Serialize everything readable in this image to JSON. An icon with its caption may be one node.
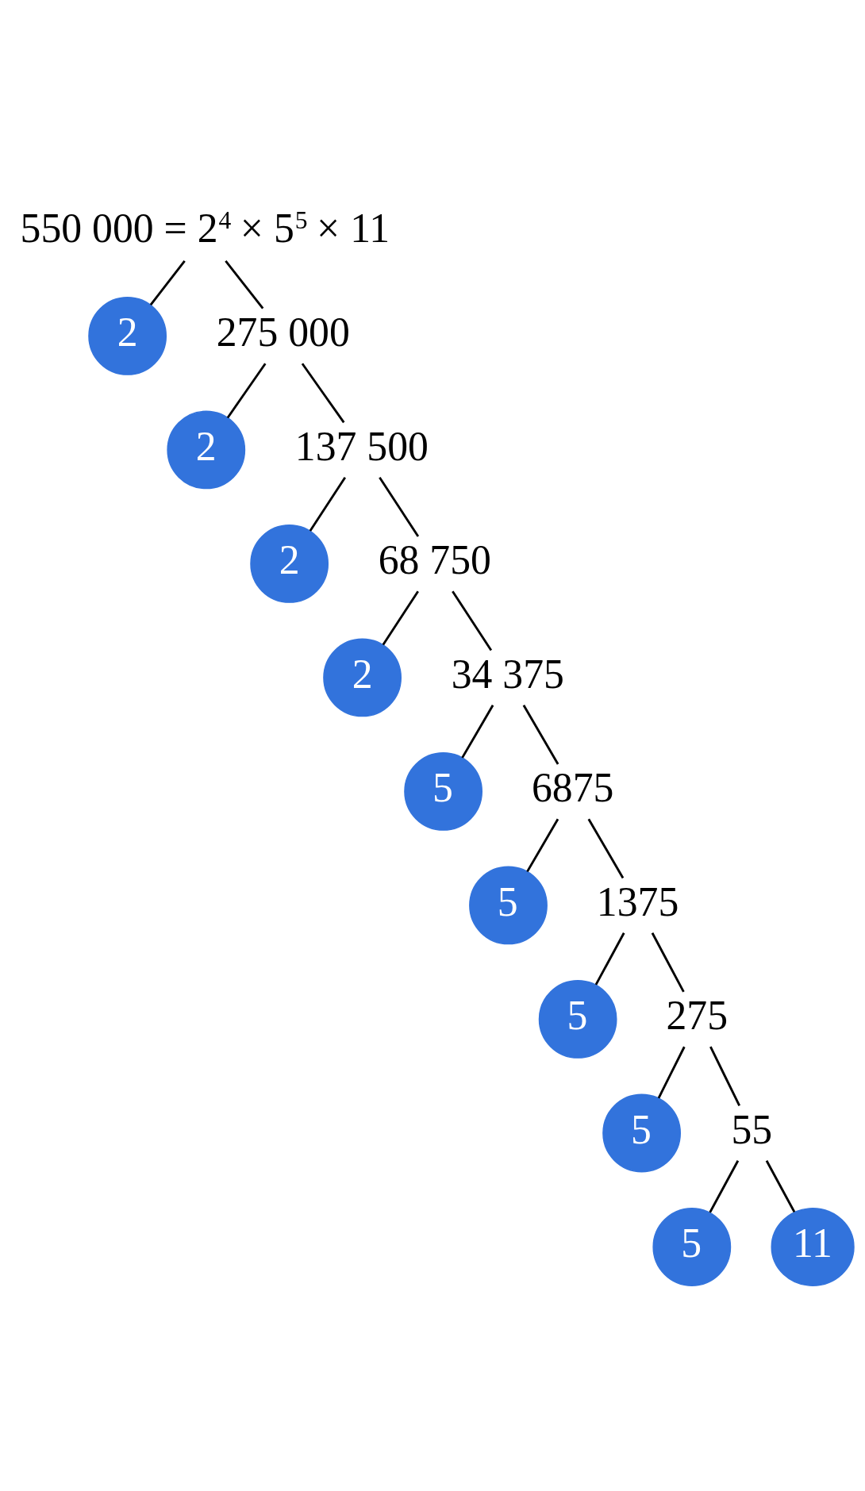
{
  "diagram": {
    "nodes": [
      {
        "text": [
          "550 000 = 2$^{4}$ × 5$^{5}$ × 11"
        ]
      },
      {
        "text": [
          "2"
        ]
      },
      {
        "text": [
          "275 000"
        ]
      },
      {
        "text": [
          "2"
        ]
      },
      {
        "text": [
          "137 500"
        ]
      },
      {
        "text": [
          "2"
        ]
      },
      {
        "text": [
          "68 750"
        ]
      },
      {
        "text": [
          "2"
        ]
      },
      {
        "text": [
          "34 375"
        ]
      },
      {
        "text": [
          "5"
        ]
      },
      {
        "text": [
          "6875"
        ]
      },
      {
        "text": [
          "5"
        ]
      },
      {
        "text": [
          "1375"
        ]
      },
      {
        "text": [
          "5"
        ]
      },
      {
        "text": [
          "275"
        ]
      },
      {
        "text": [
          "5"
        ]
      },
      {
        "text": [
          "55"
        ]
      },
      {
        "text": [
          "5"
        ]
      },
      {
        "text": [
          "11"
        ]
      }
    ],
    "edges": [
      {
        "from": 0,
        "to": 1,
        "arrow": "none"
      },
      {
        "from": 0,
        "to": 2,
        "arrow": "none"
      },
      {
        "from": 2,
        "to": 3,
        "arrow": "none"
      },
      {
        "from": 2,
        "to": 4,
        "arrow": "none"
      },
      {
        "from": 4,
        "to": 5,
        "arrow": "none"
      },
      {
        "from": 4,
        "to": 6,
        "arrow": "none"
      },
      {
        "from": 6,
        "to": 7,
        "arrow": "none"
      },
      {
        "from": 6,
        "to": 8,
        "arrow": "none"
      },
      {
        "from": 8,
        "to": 9,
        "arrow": "none"
      },
      {
        "from": 8,
        "to": 10,
        "arrow": "none"
      },
      {
        "from": 10,
        "to": 11,
        "arrow": "none"
      },
      {
        "from": 10,
        "to": 12,
        "arrow": "none"
      },
      {
        "from": 12,
        "to": 13,
        "arrow": "none"
      },
      {
        "from": 12,
        "to": 14,
        "arrow": "none"
      },
      {
        "from": 14,
        "to": 15,
        "arrow": "none"
      },
      {
        "from": 14,
        "to": 16,
        "arrow": "none"
      },
      {
        "from": 16,
        "to": 17,
        "arrow": "none"
      },
      {
        "from": 16,
        "to": 18,
        "arrow": "none"
      }
    ]
  }
}
